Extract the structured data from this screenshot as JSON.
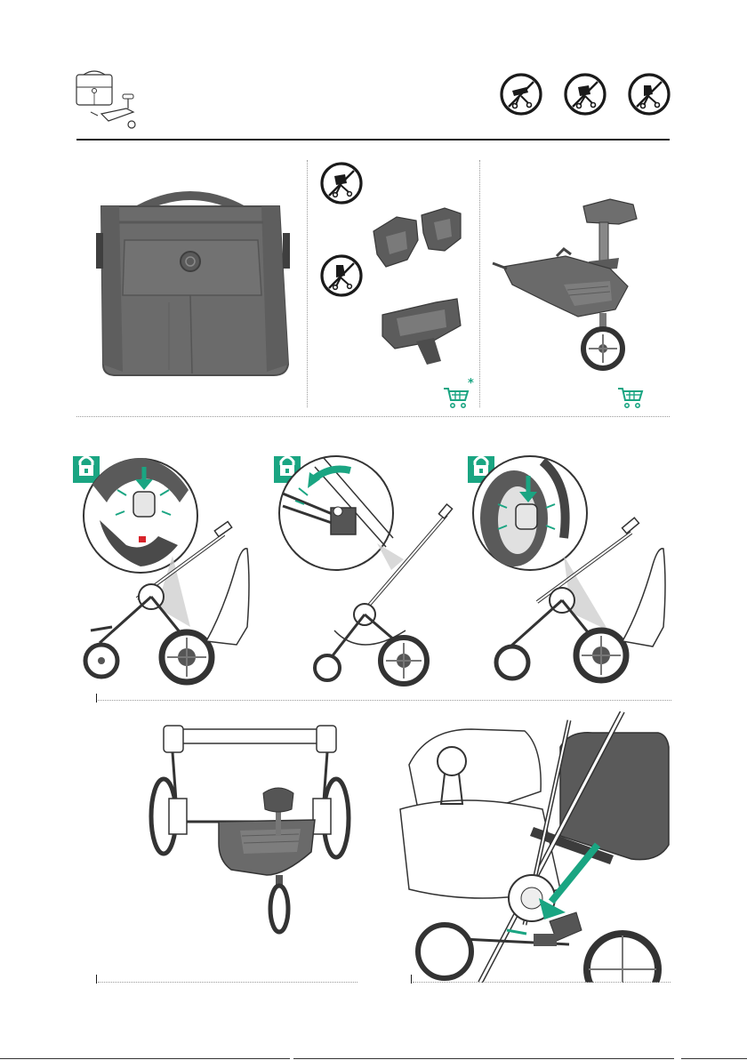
{
  "page": {
    "header_icons": [
      "bag-and-board-icon",
      "no-bassinet-icon",
      "no-car-seat-icon",
      "no-seat-icon"
    ]
  },
  "accessories": {
    "bag": {
      "icon": "bag-icon"
    },
    "adapters": {
      "icons": [
        "no-car-seat-icon",
        "no-seat-icon"
      ],
      "cart_icon": "shopping-cart-icon",
      "cart_note": "*"
    },
    "board": {
      "icon": "wheeled-board-icon",
      "cart_icon": "shopping-cart-icon"
    }
  },
  "steps_row1": [
    {
      "lock_icon": "padlock-icon",
      "action": "press-button"
    },
    {
      "lock_icon": "padlock-icon",
      "action": "rotate-clip"
    },
    {
      "lock_icon": "padlock-icon",
      "action": "press-wheel-button"
    }
  ],
  "colors": {
    "accent": "#1aa582",
    "ink": "#1a1a1a",
    "product_gray": "#6b6b6b",
    "red_indicator": "#d8232a"
  }
}
